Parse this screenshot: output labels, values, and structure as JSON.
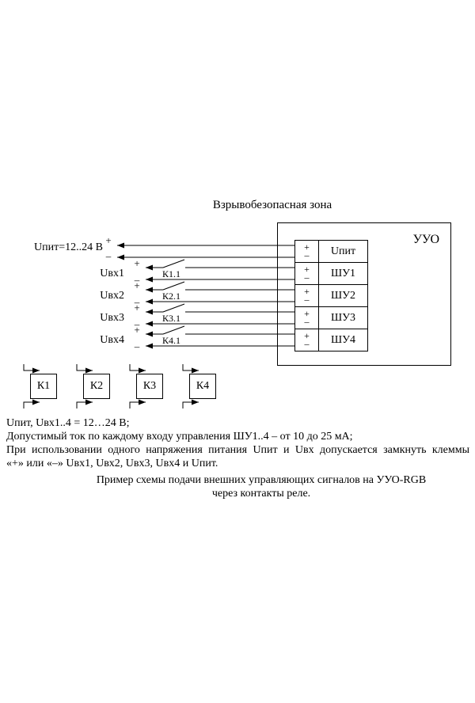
{
  "zone_title": "Взрывобезопасная зона",
  "device": {
    "name": "УУО",
    "terminals": [
      {
        "plus": "+",
        "minus": "–",
        "label": "Uпит"
      },
      {
        "plus": "+",
        "minus": "–",
        "label": "ШУ1"
      },
      {
        "plus": "+",
        "minus": "–",
        "label": "ШУ2"
      },
      {
        "plus": "+",
        "minus": "–",
        "label": "ШУ3"
      },
      {
        "plus": "+",
        "minus": "–",
        "label": "ШУ4"
      }
    ]
  },
  "power": {
    "label": "Uпит=12..24 В",
    "plus": "+",
    "minus": "–"
  },
  "inputs": [
    {
      "label": "Uвх1",
      "plus": "+",
      "minus": "–",
      "contact": "К1.1"
    },
    {
      "label": "Uвх2",
      "plus": "+",
      "minus": "–",
      "contact": "К2.1"
    },
    {
      "label": "Uвх3",
      "plus": "+",
      "minus": "–",
      "contact": "К3.1"
    },
    {
      "label": "Uвх4",
      "plus": "+",
      "minus": "–",
      "contact": "К4.1"
    }
  ],
  "relays": [
    {
      "label": "К1"
    },
    {
      "label": "К2"
    },
    {
      "label": "К3"
    },
    {
      "label": "К4"
    }
  ],
  "notes": [
    "Uпит, Uвх1..4 = 12…24 В;",
    "Допустимый ток по каждому входу управления ШУ1..4 – от 10 до 25 мА;",
    "При использовании одного напряжения питания Uпит и Uвх допускается замкнуть клеммы",
    "«+» или «–» Uвх1, Uвх2, Uвх3, Uвх4 и Uпит."
  ],
  "caption": [
    "Пример схемы подачи внешних управляющих сигналов на УУО-RGB",
    "через контакты реле."
  ]
}
